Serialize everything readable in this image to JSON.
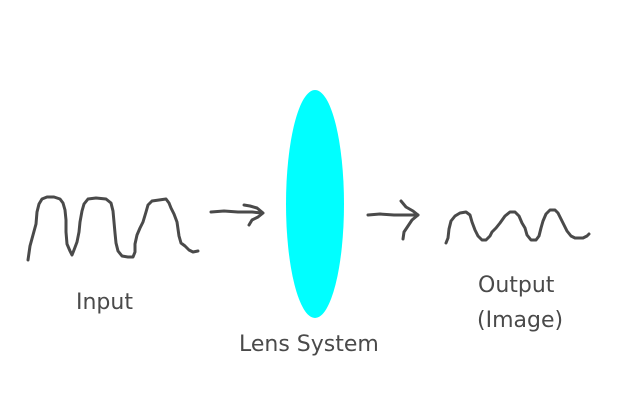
{
  "diagram": {
    "input_label": "Input",
    "lens_label": "Lens System",
    "output_label_line1": "Output",
    "output_label_line2": "(Image)",
    "colors": {
      "lens": "#00ffff",
      "ink": "#4a4a4a",
      "background": "#ffffff"
    },
    "icons": {
      "arrow": "right-arrow-icon"
    }
  }
}
